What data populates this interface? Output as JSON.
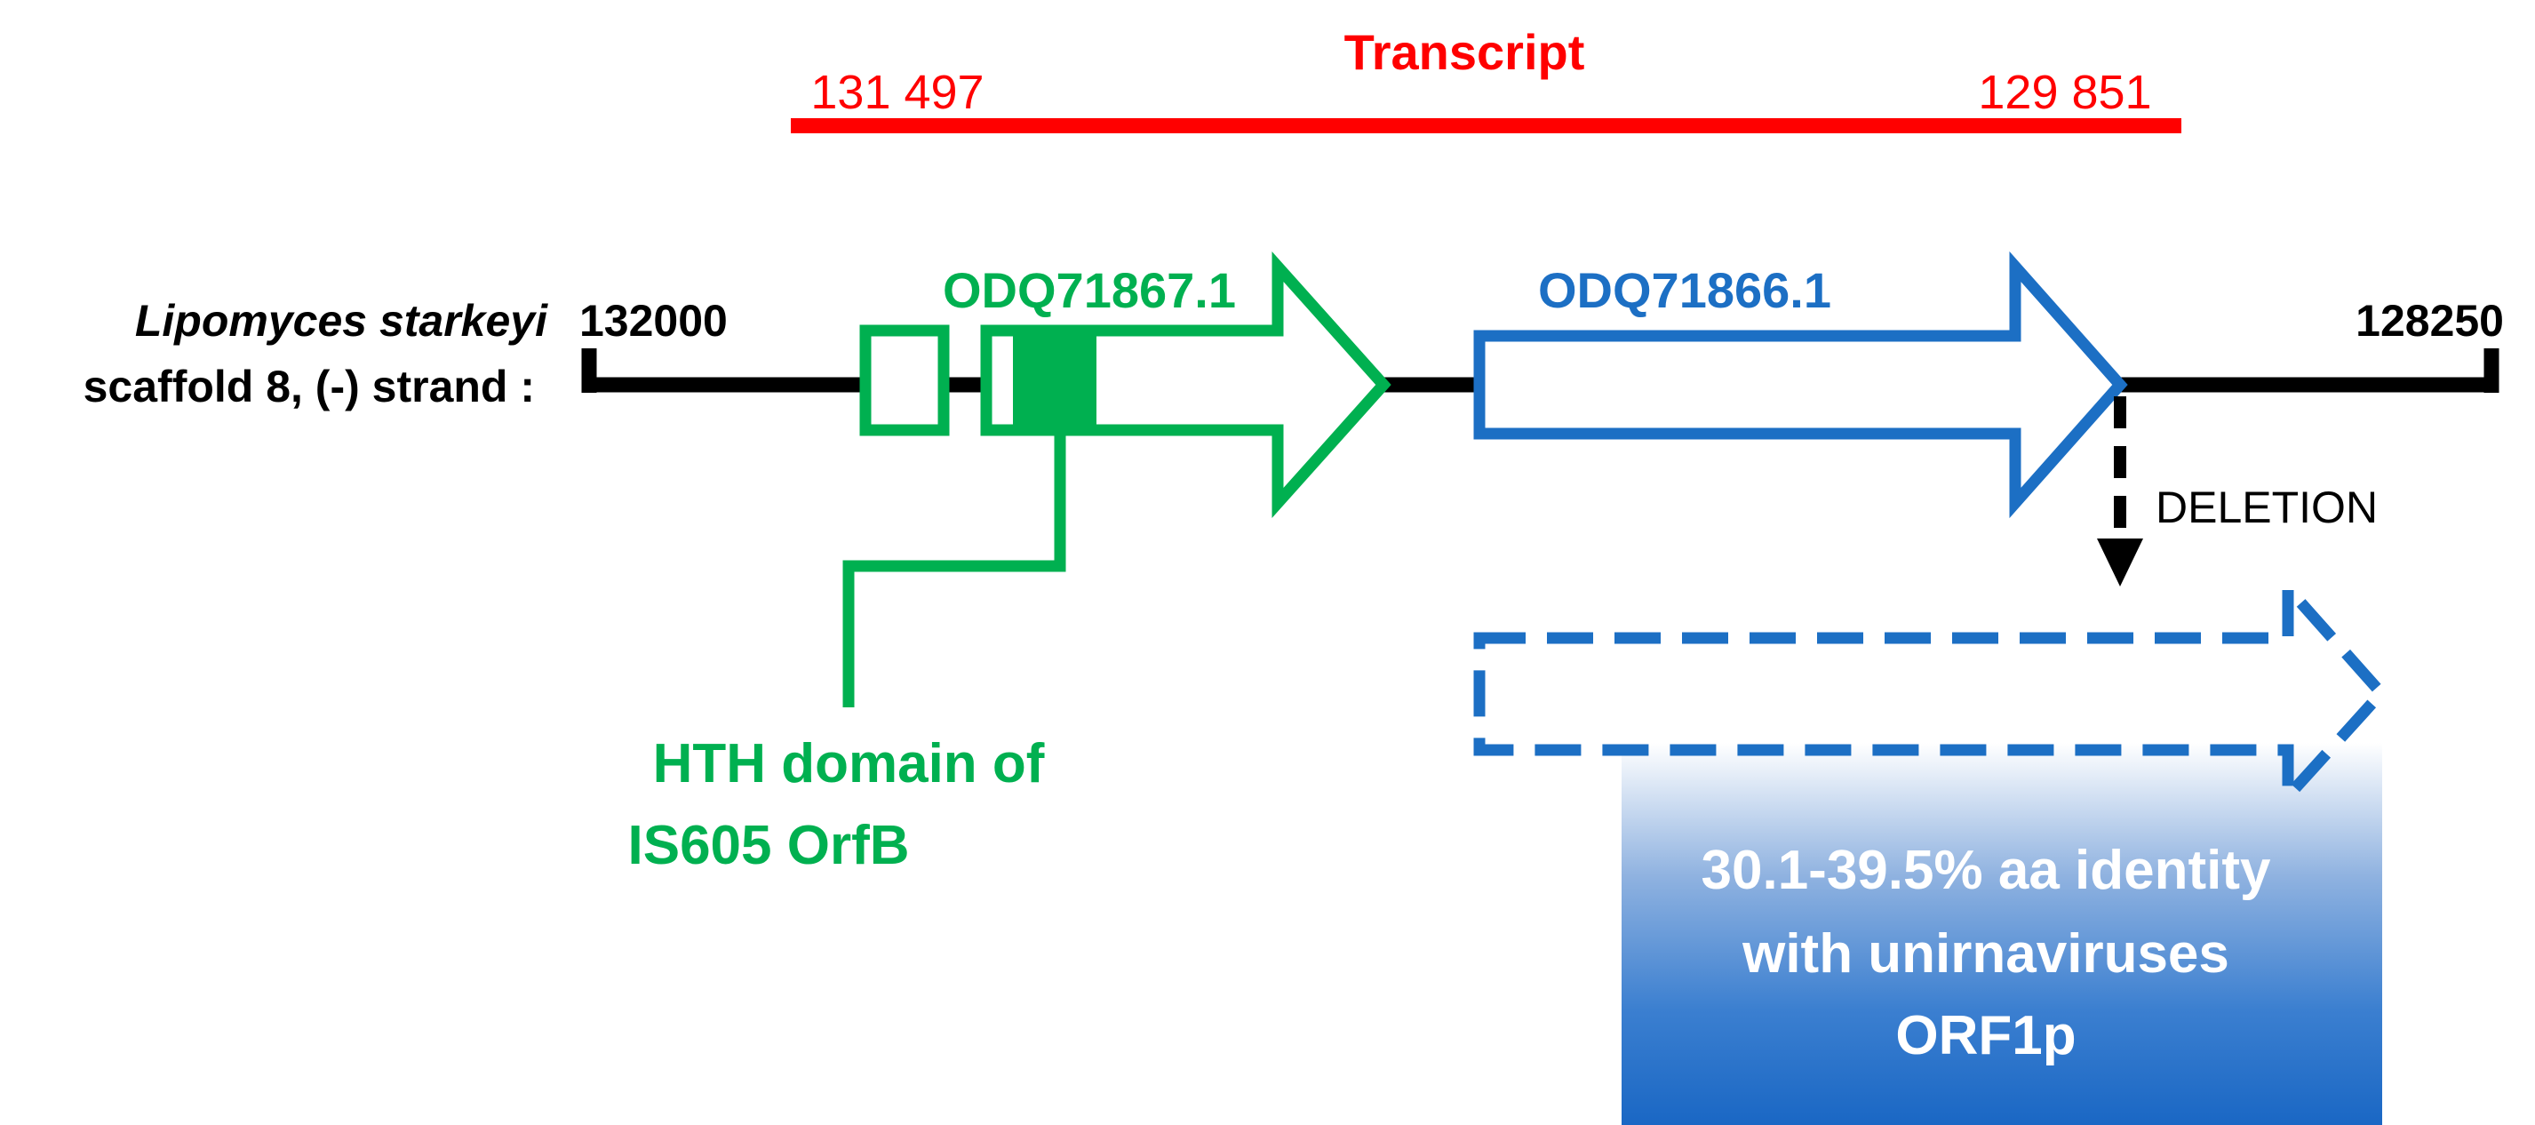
{
  "transcript": {
    "title": "Transcript",
    "start": "131 497",
    "end": "129 851",
    "color": "#ff0000"
  },
  "scaffold": {
    "organism": "Lipomyces starkeyi",
    "detail": "scaffold 8, (-) strand :",
    "left_coord": "132000",
    "right_coord": "128250",
    "color": "#000000"
  },
  "genes": [
    {
      "id": "ODQ71867.1",
      "color": "#00b050"
    },
    {
      "id": "ODQ71866.1",
      "color": "#1c6fc4"
    }
  ],
  "domain": {
    "line1": "HTH domain of",
    "line2": "IS605 OrfB",
    "color": "#00b050"
  },
  "deletion": {
    "label": "DELETION"
  },
  "identity_box": {
    "line1": "30.1-39.5% aa identity",
    "line2": "with unirnaviruses",
    "line3": "ORF1p"
  }
}
